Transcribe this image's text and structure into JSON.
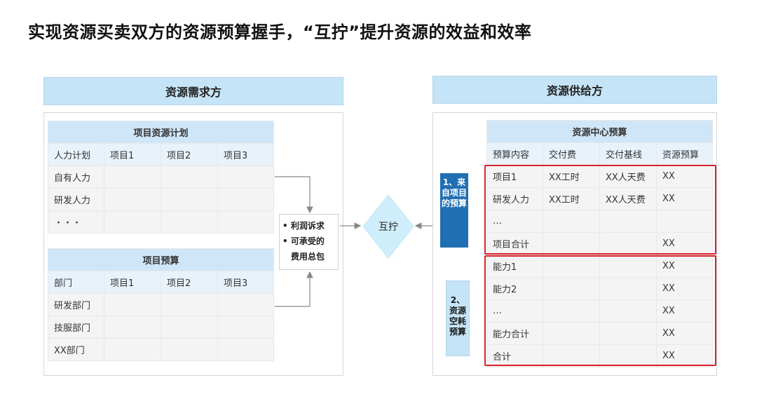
{
  "title": "实现资源买卖双方的资源预算握手，“互拧”提升资源的效益和效率",
  "left": {
    "header": "资源需求方",
    "plan_table": {
      "title": "项目资源计划",
      "rows": [
        [
          "人力计划",
          "项目1",
          "项目2",
          "项目3"
        ],
        [
          "自有人力",
          "",
          "",
          ""
        ],
        [
          "研发人力",
          "",
          "",
          ""
        ],
        [
          "・・・",
          "",
          "",
          ""
        ]
      ]
    },
    "budget_table": {
      "title": "项目预算",
      "rows": [
        [
          "部门",
          "项目1",
          "项目2",
          "项目3"
        ],
        [
          "研发部门",
          "",
          "",
          ""
        ],
        [
          "技服部门",
          "",
          "",
          ""
        ],
        [
          "XX部门",
          "",
          "",
          ""
        ]
      ]
    }
  },
  "middle": {
    "bullets": [
      "• 利润诉求",
      "• 可承受的",
      "费用总包"
    ],
    "diamond_label": "互拧"
  },
  "right": {
    "header": "资源供给方",
    "table": {
      "title": "资源中心预算",
      "rows": [
        [
          "预算内容",
          "交付费",
          "交付基线",
          "资源预算"
        ],
        [
          "项目1",
          "XX工时",
          "XX人天费",
          "XX"
        ],
        [
          "研发人力",
          "XX工时",
          "XX人天费",
          "XX"
        ],
        [
          "…",
          "",
          "",
          ""
        ],
        [
          "项目合计",
          "",
          "",
          "XX"
        ],
        [
          "能力1",
          "",
          "",
          "XX"
        ],
        [
          "能力2",
          "",
          "",
          "XX"
        ],
        [
          "…",
          "",
          "",
          "XX"
        ],
        [
          "能力合计",
          "",
          "",
          "XX"
        ],
        [
          "合计",
          "",
          "",
          "XX"
        ]
      ]
    },
    "label_project": "1、来自项目的预算",
    "label_resource": "2、资源空耗预算"
  },
  "colors": {
    "header_bg": "#c6e4f7",
    "table_header_bg": "#cfe6f8",
    "red_box": "#d9222a",
    "blue_label": "#1f6fb2",
    "diamond": "#cfeefb"
  }
}
